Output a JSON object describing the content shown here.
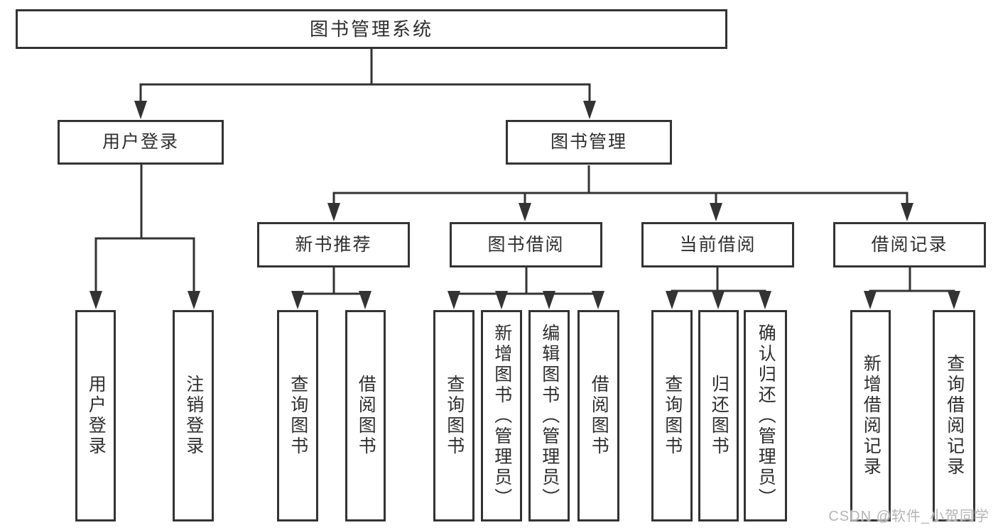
{
  "diagram": {
    "root": {
      "label": "图书管理系统"
    },
    "branches": [
      {
        "label": "用户登录",
        "children": [
          {
            "label": "用户登录"
          },
          {
            "label": "注销登录"
          }
        ]
      },
      {
        "label": "图书管理",
        "children": [
          {
            "label": "新书推荐",
            "children": [
              {
                "label": "查询图书"
              },
              {
                "label": "借阅图书"
              }
            ]
          },
          {
            "label": "图书借阅",
            "children": [
              {
                "label": "查询图书"
              },
              {
                "label": "新增图书（管理员）"
              },
              {
                "label": "编辑图书（管理员）"
              },
              {
                "label": "借阅图书"
              }
            ]
          },
          {
            "label": "当前借阅",
            "children": [
              {
                "label": "查询图书"
              },
              {
                "label": "归还图书"
              },
              {
                "label": "确认归还（管理员）"
              }
            ]
          },
          {
            "label": "借阅记录",
            "children": [
              {
                "label": "新增借阅记录"
              },
              {
                "label": "查询借阅记录"
              }
            ]
          }
        ]
      }
    ]
  },
  "colors": {
    "line": "#333333",
    "box_background": "#ffffff",
    "text": "#2e2e2e",
    "watermark": "#b5b5b5"
  },
  "watermark": {
    "text": "CSDN @软件_小贺同学"
  }
}
